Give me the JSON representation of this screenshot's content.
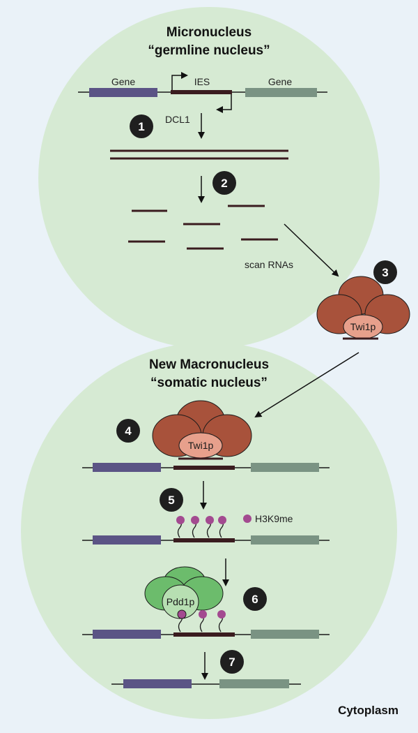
{
  "micronucleus": {
    "title_line1": "Micronucleus",
    "title_line2": "“germline nucleus”",
    "gene_left_label": "Gene",
    "ies_label": "IES",
    "gene_right_label": "Gene",
    "dcl1_label": "DCL1",
    "scan_rnas_label": "scan RNAs"
  },
  "macronucleus": {
    "title_line1": "New Macronucleus",
    "title_line2": "“somatic nucleus”",
    "h3k9me_label": "H3K9me"
  },
  "proteins": {
    "twi1p_free": "Twi1p",
    "twi1p_bound": "Twi1p",
    "pdd1p": "Pdd1p"
  },
  "steps": [
    "1",
    "2",
    "3",
    "4",
    "5",
    "6",
    "7"
  ],
  "cytoplasm_label": "Cytoplasm",
  "colors": {
    "background": "#eaf2f8",
    "nucleus_fill": "#d6ead3",
    "gene_left": "#5b5485",
    "gene_right": "#7a9383",
    "ies": "#3a1c1f",
    "rna": "#3a1c1f",
    "twi_complex": "#a8523b",
    "twi1p": "#e7a08c",
    "pdd_complex": "#6cbc6c",
    "pdd1p": "#b7dfb2",
    "methyl": "#a34a90",
    "step_circle": "#1f1f1f"
  }
}
